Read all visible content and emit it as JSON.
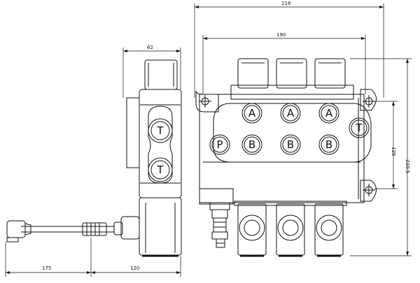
{
  "dimensions": {
    "overall_width": "218",
    "body_width": "190",
    "side_width": "62",
    "lever_length": "175",
    "lever_offset": "120",
    "mount_spacing": "125",
    "overall_height": "220.5"
  },
  "ports": {
    "a1": "A",
    "a2": "A",
    "a3": "A",
    "b1": "B",
    "b2": "B",
    "b3": "B",
    "p": "P",
    "t_right": "T",
    "t_side_top": "T",
    "t_side_bottom": "T"
  }
}
